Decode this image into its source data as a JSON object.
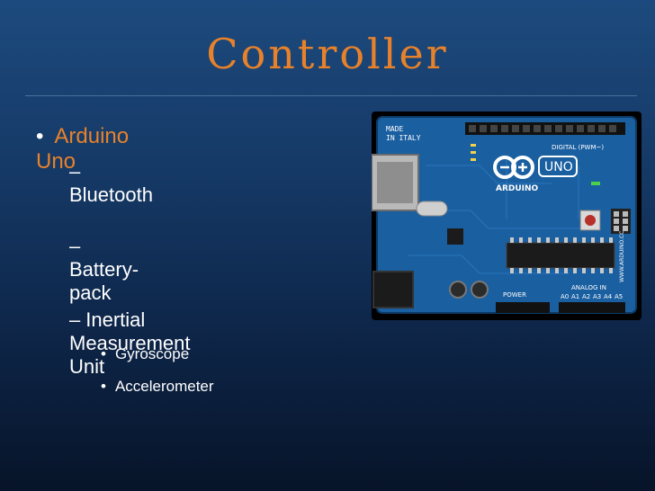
{
  "slide": {
    "title": "Controller",
    "bullets": [
      {
        "text": "Arduino Uno",
        "children": [
          {
            "text": "Bluetooth"
          },
          {
            "text": "Battery-pack"
          },
          {
            "text": "Inertial Measurement Unit",
            "children": [
              {
                "text": "Gyroscope"
              },
              {
                "text": "Accelerometer"
              }
            ]
          }
        ]
      }
    ]
  },
  "board": {
    "made_label_1": "MADE",
    "made_label_2": "IN ITALY",
    "brand": "ARDUINO",
    "model": "UNO",
    "digital_label": "DIGITAL (PWM~)",
    "power_label": "POWER",
    "analog_label": "ANALOG IN",
    "website": "WWW.ARDUINO.CC",
    "pins": [
      "A0",
      "A1",
      "A2",
      "A3",
      "A4",
      "A5"
    ],
    "colors": {
      "board": "#1a5fa0",
      "trace": "#2f7cc4",
      "accent": "#e8822a"
    }
  }
}
